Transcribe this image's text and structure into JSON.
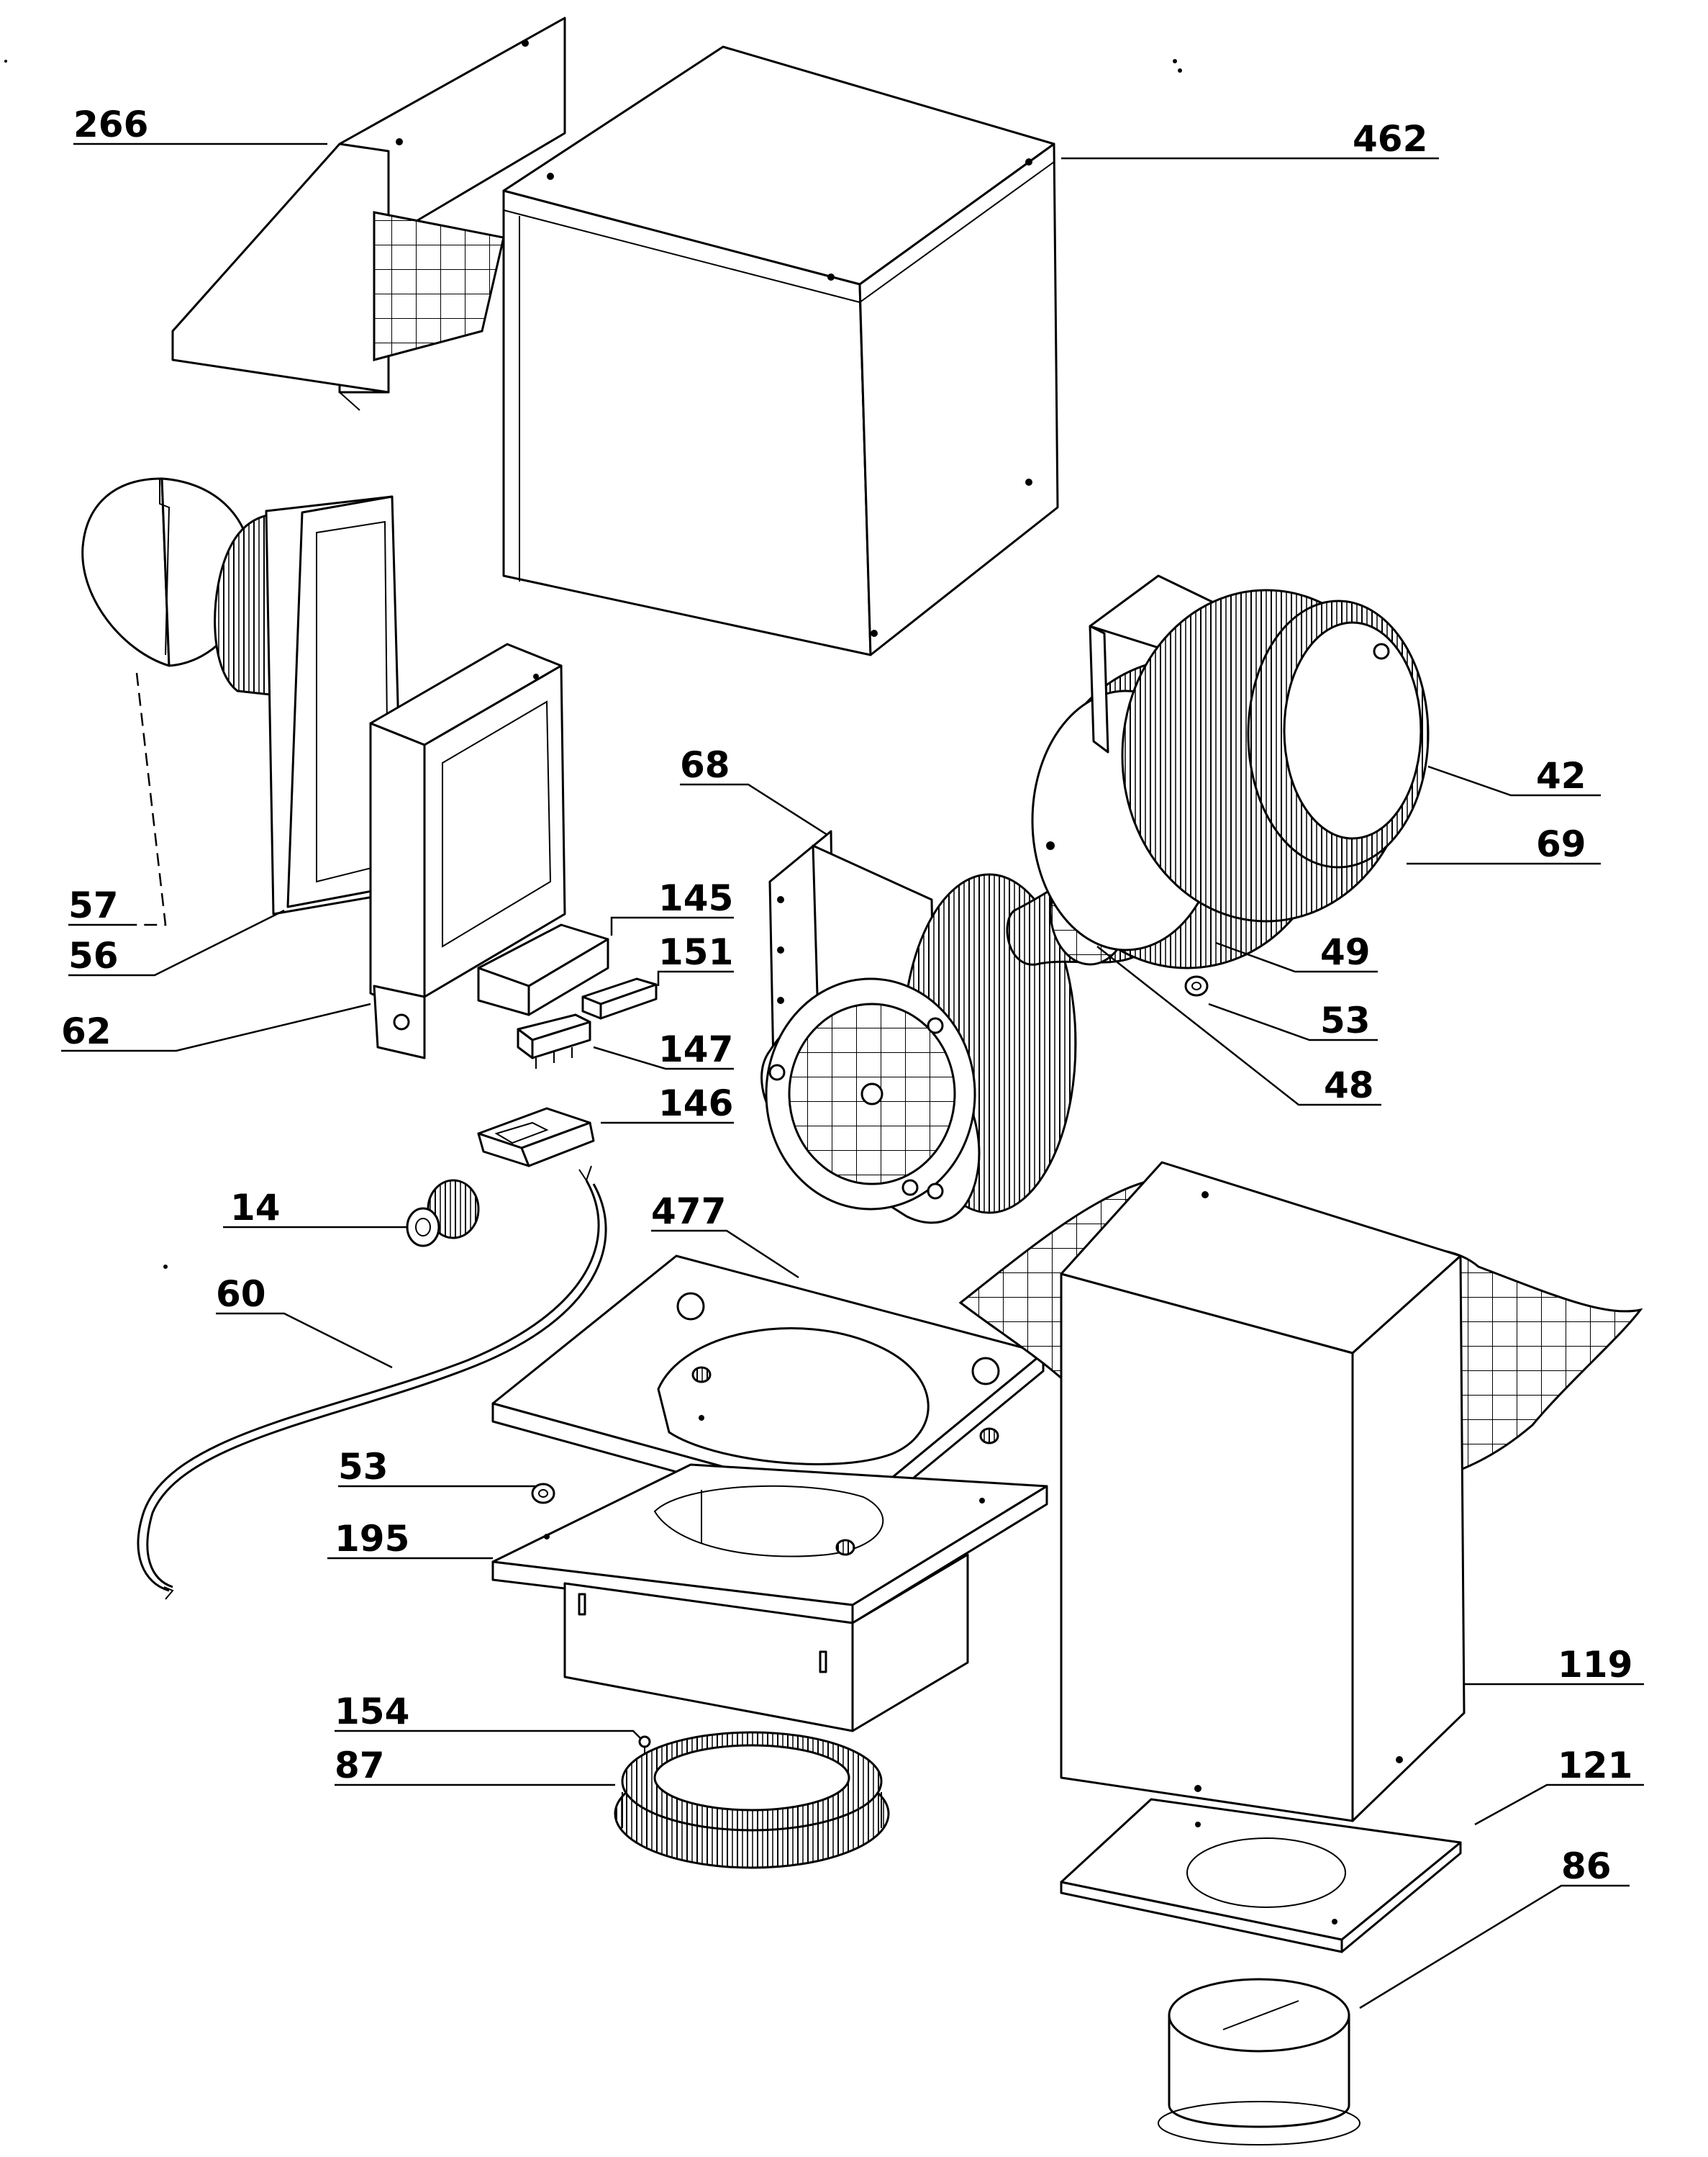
{
  "diagram": {
    "callouts": [
      "266",
      "462",
      "42",
      "69",
      "68",
      "57",
      "56",
      "145",
      "151",
      "62",
      "147",
      "49",
      "53",
      "48",
      "146",
      "14",
      "477",
      "60",
      "53",
      "195",
      "119",
      "154",
      "87",
      "121",
      "86"
    ]
  },
  "colors": {
    "ink": "#000000",
    "paper": "#ffffff"
  }
}
